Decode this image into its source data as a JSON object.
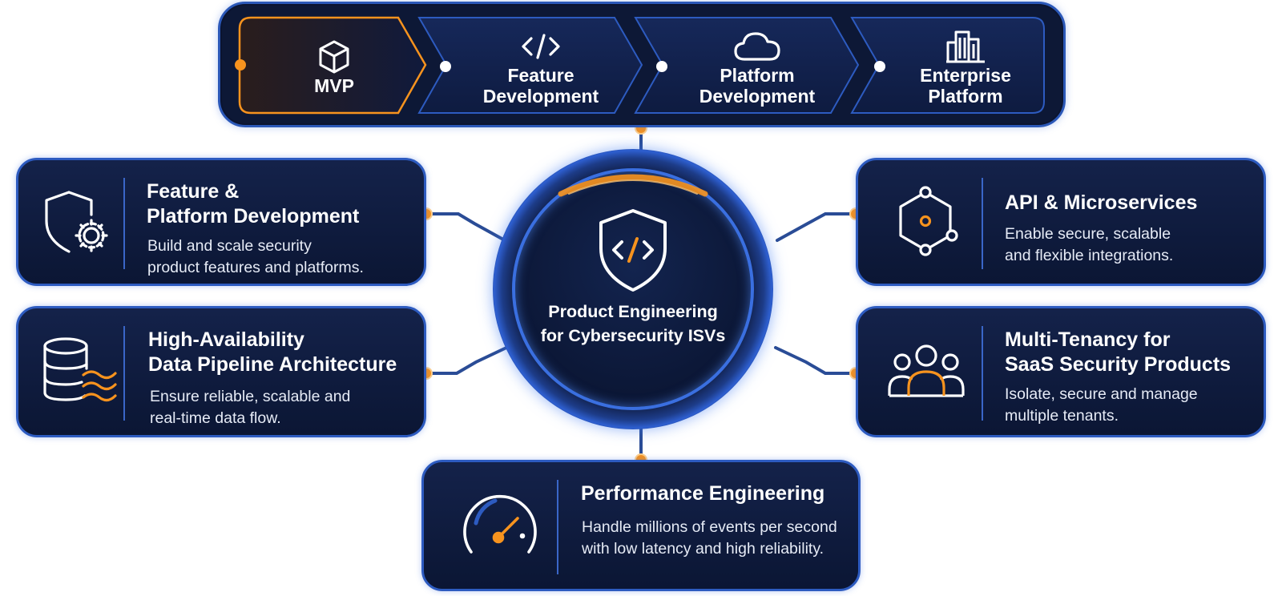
{
  "colors": {
    "accent_orange": "#f7931e",
    "panel_dark": "#0d1836",
    "border_blue": "#2d5bc0",
    "text_white": "#ffffff"
  },
  "stages": [
    {
      "label": "MVP",
      "icon": "cube-icon",
      "active": true
    },
    {
      "label": "Feature\nDevelopment",
      "icon": "code-icon",
      "active": false
    },
    {
      "label": "Platform\nDevelopment",
      "icon": "cloud-icon",
      "active": false
    },
    {
      "label": "Enterprise\nPlatform",
      "icon": "building-icon",
      "active": false
    }
  ],
  "hub": {
    "title": "Product Engineering\nfor Cybersecurity ISVs",
    "icon": "shield-code-icon"
  },
  "cards": {
    "feature_platform": {
      "title": "Feature &\nPlatform Development",
      "description": "Build and scale security\nproduct features and platforms.",
      "icon": "shield-gear-icon"
    },
    "data_pipeline": {
      "title": "High-Availability\nData Pipeline Architecture",
      "description": "Ensure reliable, scalable and\nreal-time data flow.",
      "icon": "database-stream-icon"
    },
    "api_microservices": {
      "title": "API & Microservices",
      "description": "Enable secure, scalable\nand flexible integrations.",
      "icon": "hexagon-nodes-icon"
    },
    "multi_tenancy": {
      "title": "Multi-Tenancy for\nSaaS Security Products",
      "description": "Isolate, secure and manage\nmultiple tenants.",
      "icon": "users-group-icon"
    },
    "performance": {
      "title": "Performance Engineering",
      "description": "Handle millions of events per second\nwith low latency and high reliability.",
      "icon": "speedometer-icon"
    }
  }
}
